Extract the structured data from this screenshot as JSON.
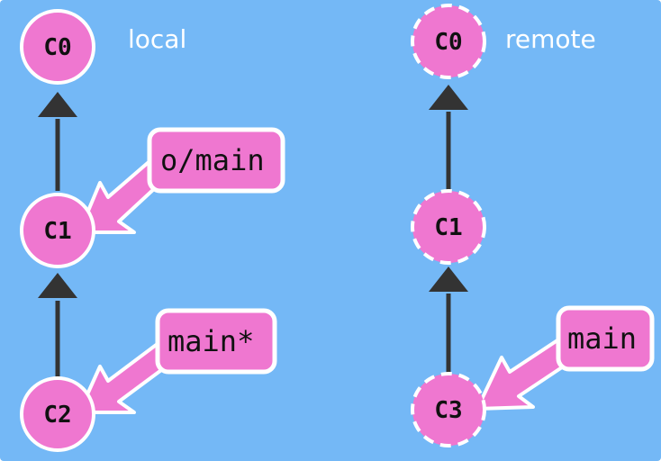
{
  "local": {
    "title": "local",
    "commits": {
      "c0": "C0",
      "c1": "C1",
      "c2": "C2"
    },
    "refs": {
      "origin_main": "o/main",
      "main": "main*"
    }
  },
  "remote": {
    "title": "remote",
    "commits": {
      "c0": "C0",
      "c1": "C1",
      "c3": "C3"
    },
    "refs": {
      "main": "main"
    }
  },
  "colors": {
    "background": "#74b8f6",
    "node_fill": "#ef77d0",
    "node_stroke": "#ffffff",
    "edge": "#333333",
    "label_text": "#111111",
    "title_text": "#ffffff"
  }
}
